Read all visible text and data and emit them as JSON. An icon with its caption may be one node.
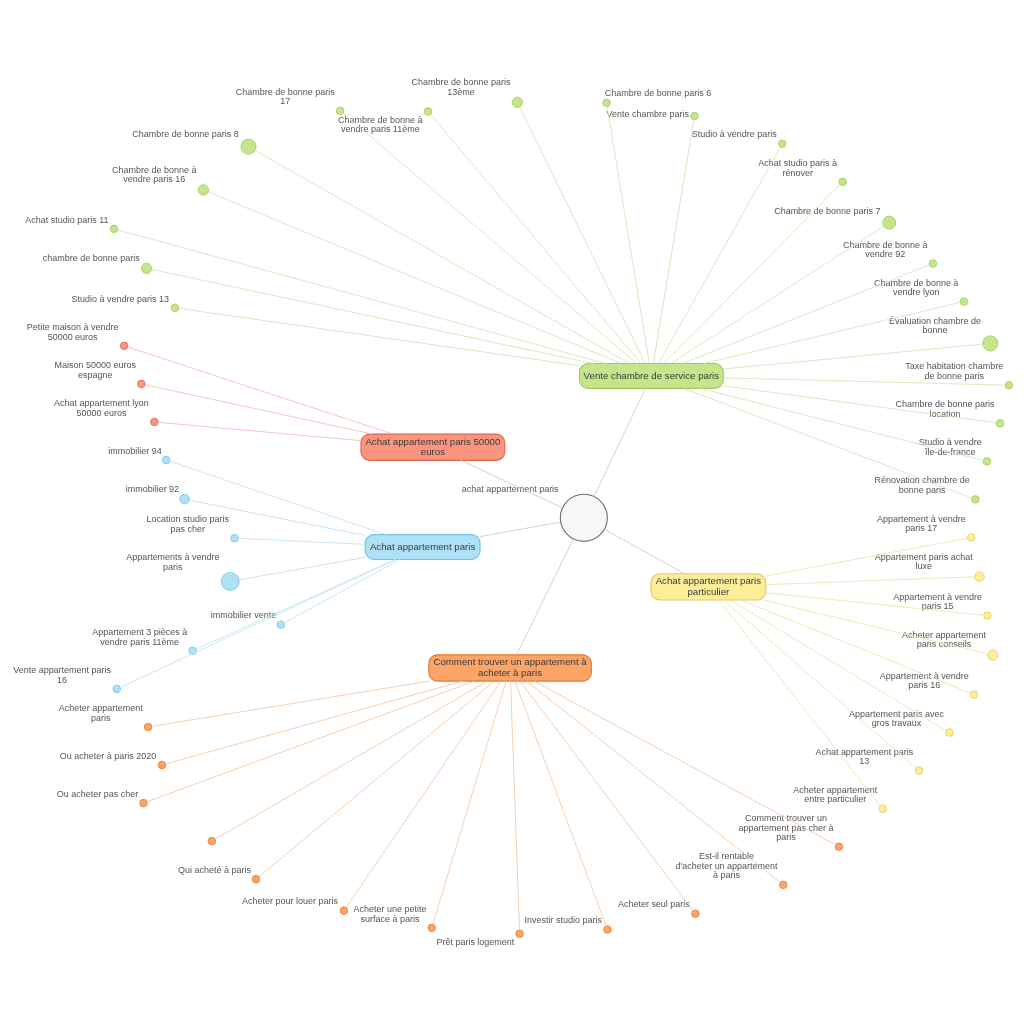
{
  "diagram": {
    "nodes": [
      {
        "text": [],
        "shape": "circle",
        "beside": [
          "achat appartement paris"
        ]
      },
      {
        "text": [
          "Vente chambre de service paris"
        ]
      },
      {
        "text": [],
        "shape": "circle",
        "beside": [
          "Rénovation chambre de bonne paris"
        ]
      },
      {
        "text": [],
        "shape": "circle",
        "beside": [
          "Studio à vendre île-de-france"
        ]
      },
      {
        "text": [],
        "shape": "circle",
        "beside": [
          "Chambre de bonne paris location"
        ]
      },
      {
        "text": [],
        "shape": "circle",
        "beside": [
          "Taxe habitation chambre de bonne paris"
        ]
      },
      {
        "text": [],
        "shape": "circle",
        "beside": [
          "Évaluation chambre de bonne"
        ]
      },
      {
        "text": [],
        "shape": "circle",
        "beside": [
          "Chambre de bonne à vendre lyon"
        ]
      },
      {
        "text": [],
        "shape": "circle",
        "beside": [
          "Chambre de bonne à vendre 92"
        ]
      },
      {
        "text": [],
        "shape": "circle",
        "beside": [
          "Chambre de bonne paris 7"
        ]
      },
      {
        "text": [],
        "shape": "circle",
        "beside": [
          "Achat studio paris à rénover"
        ]
      },
      {
        "text": [],
        "shape": "circle",
        "beside": [
          "Studio à vendre paris"
        ]
      },
      {
        "text": [],
        "shape": "circle",
        "beside": [
          "Vente chambre paris"
        ]
      },
      {
        "text": [],
        "shape": "circle",
        "beside": [
          "Chambre de bonne paris 6"
        ]
      },
      {
        "text": [],
        "shape": "circle",
        "beside": [
          "Chambre de bonne paris 13ème"
        ]
      },
      {
        "text": [],
        "shape": "circle",
        "beside": [
          "Chambre de bonne à vendre paris 11ème"
        ]
      },
      {
        "text": [],
        "shape": "circle",
        "beside": [
          "Chambre de bonne paris 17"
        ]
      },
      {
        "text": [],
        "shape": "circle",
        "beside": [
          "Chambre de bonne paris 8"
        ]
      },
      {
        "text": [],
        "shape": "circle",
        "beside": [
          "Chambre de bonne à vendre paris 16"
        ]
      },
      {
        "text": [],
        "shape": "circle",
        "beside": [
          "Achat studio paris 11"
        ]
      },
      {
        "text": [],
        "shape": "circle",
        "beside": [
          "chambre de bonne paris"
        ]
      },
      {
        "text": [],
        "shape": "circle",
        "beside": [
          "Studio à vendre paris 13"
        ]
      },
      {
        "text": [
          "Achat appartement paris 50000 euros"
        ]
      },
      {
        "text": [],
        "shape": "circle",
        "beside": [
          "Petite maison à vendre 50000 euros"
        ]
      },
      {
        "text": [],
        "shape": "circle",
        "beside": [
          "Maison 50000 euros espagne"
        ]
      },
      {
        "text": [],
        "shape": "circle",
        "beside": [
          "Achat appartement lyon 50000 euros"
        ]
      },
      {
        "text": [
          "Achat appartement paris"
        ]
      },
      {
        "text": [],
        "shape": "circle",
        "beside": [
          "immobilier 94"
        ]
      },
      {
        "text": [],
        "shape": "circle",
        "beside": [
          "immobilier 92"
        ]
      },
      {
        "text": [],
        "shape": "circle",
        "beside": [
          "Location studio paris pas cher"
        ]
      },
      {
        "text": [],
        "shape": "circle",
        "beside": [
          "Appartements à vendre paris"
        ]
      },
      {
        "text": [],
        "shape": "circle",
        "beside": [
          "immobilier vente"
        ]
      },
      {
        "text": [],
        "shape": "circle",
        "beside": [
          "Appartement 3 pièces à vendre paris 11ème"
        ]
      },
      {
        "text": [],
        "shape": "circle",
        "beside": [
          "Vente appartement paris 16"
        ]
      },
      {
        "text": [
          "Comment trouver un appartement à acheter à paris"
        ]
      },
      {
        "text": [],
        "shape": "circle",
        "beside": [
          "Acheter appartement paris"
        ]
      },
      {
        "text": [],
        "shape": "circle",
        "beside": [
          "Ou acheter à paris 2020"
        ]
      },
      {
        "text": [],
        "shape": "circle",
        "beside": [
          "Ou acheter pas cher"
        ]
      },
      {
        "text": [],
        "shape": "circle"
      },
      {
        "text": [],
        "shape": "circle",
        "beside": [
          "Qui acheté à paris"
        ]
      },
      {
        "text": [],
        "shape": "circle",
        "beside": [
          "Acheter pour louer paris"
        ]
      },
      {
        "text": [],
        "shape": "circle",
        "beside": [
          "Acheter une petite surface à paris"
        ]
      },
      {
        "text": [],
        "shape": "circle",
        "beside": [
          "Prêt paris logement"
        ]
      },
      {
        "text": [],
        "shape": "circle",
        "beside": [
          "Investir studio paris"
        ]
      },
      {
        "text": [],
        "shape": "circle",
        "beside": [
          "Acheter seul paris"
        ]
      },
      {
        "text": [],
        "shape": "circle",
        "beside": [
          "Est-il rentable d'acheter un appartement à paris"
        ]
      },
      {
        "text": [],
        "shape": "circle",
        "beside": [
          "Comment trouver un appartement pas cher à paris"
        ]
      },
      {
        "text": [
          "Achat appartement paris particulier"
        ]
      },
      {
        "text": [],
        "shape": "circle",
        "beside": [
          "Acheter appartement entre particulier"
        ]
      },
      {
        "text": [],
        "shape": "circle",
        "beside": [
          "Achat appartement paris 13"
        ]
      },
      {
        "text": [],
        "shape": "circle",
        "beside": [
          "Appartement paris avec gros travaux"
        ]
      },
      {
        "text": [],
        "shape": "circle",
        "beside": [
          "Appartement à vendre paris 16"
        ]
      },
      {
        "text": [],
        "shape": "circle",
        "beside": [
          "Acheter appartement paris conseils"
        ]
      },
      {
        "text": [],
        "shape": "circle",
        "beside": [
          "Appartement à vendre paris 15"
        ]
      },
      {
        "text": [],
        "shape": "circle",
        "beside": [
          "Appartement paris achat luxe"
        ]
      },
      {
        "text": [],
        "shape": "circle",
        "beside": [
          "Appartement à vendre paris 17"
        ]
      }
    ],
    "edges": [
      {
        "from": 0,
        "to": 1,
        "arrow": "none",
        "color": "#cccccc"
      },
      {
        "from": 0,
        "to": 22,
        "arrow": "none",
        "color": "#cccccc"
      },
      {
        "from": 0,
        "to": 26,
        "arrow": "none",
        "color": "#cccccc"
      },
      {
        "from": 0,
        "to": 47,
        "arrow": "none",
        "color": "#cccccc"
      },
      {
        "from": 0,
        "to": 34,
        "arrow": "none",
        "color": "#cccccc"
      },
      {
        "from": 1,
        "to": 2,
        "arrow": "none",
        "color": "#d6e6b8"
      },
      {
        "from": 1,
        "to": 3,
        "arrow": "none",
        "color": "#d6e6b8"
      },
      {
        "from": 1,
        "to": 4,
        "arrow": "none",
        "color": "#d6e6b8"
      },
      {
        "from": 1,
        "to": 5,
        "arrow": "none",
        "color": "#d6e6b8"
      },
      {
        "from": 1,
        "to": 6,
        "arrow": "none",
        "color": "#d6e6b8"
      },
      {
        "from": 1,
        "to": 7,
        "arrow": "none",
        "color": "#d6e6b8"
      },
      {
        "from": 1,
        "to": 8,
        "arrow": "none",
        "color": "#d6e6b8"
      },
      {
        "from": 1,
        "to": 9,
        "arrow": "none",
        "color": "#d6e6b8"
      },
      {
        "from": 1,
        "to": 10,
        "arrow": "none",
        "color": "#d6e6b8"
      },
      {
        "from": 1,
        "to": 11,
        "arrow": "none",
        "color": "#d6e6b8"
      },
      {
        "from": 1,
        "to": 12,
        "arrow": "none",
        "color": "#d6e6b8"
      },
      {
        "from": 1,
        "to": 13,
        "arrow": "none",
        "color": "#d6e6b8"
      },
      {
        "from": 1,
        "to": 14,
        "arrow": "none",
        "color": "#d6e6b8"
      },
      {
        "from": 1,
        "to": 15,
        "arrow": "none",
        "color": "#d6e6b8"
      },
      {
        "from": 1,
        "to": 16,
        "arrow": "none",
        "color": "#d6e6b8"
      },
      {
        "from": 1,
        "to": 17,
        "arrow": "none",
        "color": "#d6e6b8"
      },
      {
        "from": 1,
        "to": 18,
        "arrow": "none",
        "color": "#d6e6b8"
      },
      {
        "from": 1,
        "to": 19,
        "arrow": "none",
        "color": "#d6e6b8"
      },
      {
        "from": 1,
        "to": 20,
        "arrow": "none",
        "color": "#d6e6b8"
      },
      {
        "from": 1,
        "to": 21,
        "arrow": "none",
        "color": "#d6e6b8"
      },
      {
        "from": 22,
        "to": 23,
        "arrow": "none",
        "color": "#f2c0b4"
      },
      {
        "from": 22,
        "to": 24,
        "arrow": "none",
        "color": "#f2c0b4"
      },
      {
        "from": 22,
        "to": 25,
        "arrow": "none",
        "color": "#f2c0b4"
      },
      {
        "from": 26,
        "to": 27,
        "arrow": "none",
        "color": "#c4e2f0"
      },
      {
        "from": 26,
        "to": 28,
        "arrow": "none",
        "color": "#c4e2f0"
      },
      {
        "from": 26,
        "to": 29,
        "arrow": "none",
        "color": "#c4e2f0"
      },
      {
        "from": 26,
        "to": 30,
        "arrow": "none",
        "color": "#c4e2f0"
      },
      {
        "from": 26,
        "to": 31,
        "arrow": "none",
        "color": "#c4e2f0"
      },
      {
        "from": 26,
        "to": 32,
        "arrow": "none",
        "color": "#c4e2f0"
      },
      {
        "from": 26,
        "to": 33,
        "arrow": "none",
        "color": "#c4e2f0"
      },
      {
        "from": 34,
        "to": 35,
        "arrow": "none",
        "color": "#f5c8a6"
      },
      {
        "from": 34,
        "to": 36,
        "arrow": "none",
        "color": "#f5c8a6"
      },
      {
        "from": 34,
        "to": 37,
        "arrow": "none",
        "color": "#f5c8a6"
      },
      {
        "from": 34,
        "to": 38,
        "arrow": "none",
        "color": "#f5c8a6"
      },
      {
        "from": 34,
        "to": 39,
        "arrow": "none",
        "color": "#f5c8a6"
      },
      {
        "from": 34,
        "to": 40,
        "arrow": "none",
        "color": "#f5c8a6"
      },
      {
        "from": 34,
        "to": 41,
        "arrow": "none",
        "color": "#f5c8a6"
      },
      {
        "from": 34,
        "to": 42,
        "arrow": "none",
        "color": "#f5c8a6"
      },
      {
        "from": 34,
        "to": 43,
        "arrow": "none",
        "color": "#f5c8a6"
      },
      {
        "from": 34,
        "to": 44,
        "arrow": "none",
        "color": "#f5c8a6"
      },
      {
        "from": 34,
        "to": 45,
        "arrow": "none",
        "color": "#f5c8a6"
      },
      {
        "from": 34,
        "to": 46,
        "arrow": "none",
        "color": "#f5c8a6"
      },
      {
        "from": 47,
        "to": 48,
        "arrow": "none",
        "color": "#ece4b0"
      },
      {
        "from": 47,
        "to": 49,
        "arrow": "none",
        "color": "#ece4b0"
      },
      {
        "from": 47,
        "to": 50,
        "arrow": "none",
        "color": "#ece4b0"
      },
      {
        "from": 47,
        "to": 51,
        "arrow": "none",
        "color": "#ece4b0"
      },
      {
        "from": 47,
        "to": 52,
        "arrow": "none",
        "color": "#ece4b0"
      },
      {
        "from": 47,
        "to": 53,
        "arrow": "none",
        "color": "#ece4b0"
      },
      {
        "from": 47,
        "to": 54,
        "arrow": "none",
        "color": "#ece4b0"
      },
      {
        "from": 47,
        "to": 55,
        "arrow": "none",
        "color": "#ece4b0"
      }
    ]
  }
}
